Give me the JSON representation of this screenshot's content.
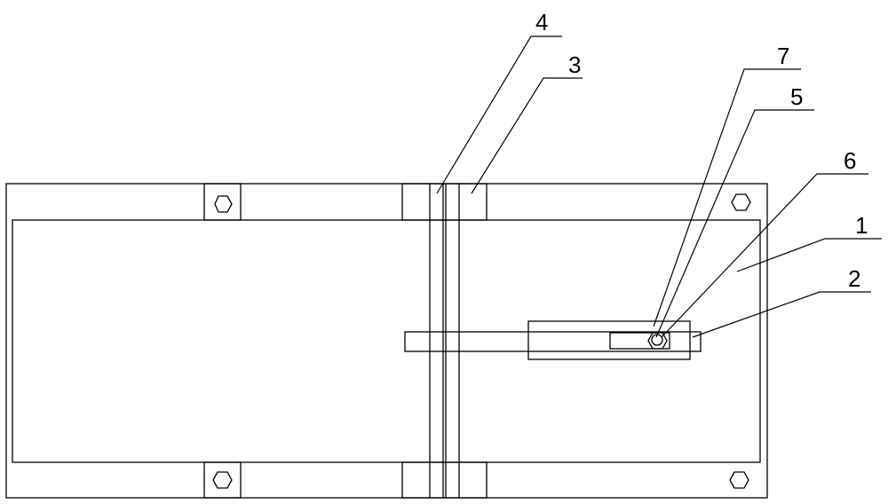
{
  "callouts": [
    {
      "id": "4",
      "label": "4"
    },
    {
      "id": "3",
      "label": "3"
    },
    {
      "id": "7",
      "label": "7"
    },
    {
      "id": "5",
      "label": "5"
    },
    {
      "id": "6",
      "label": "6"
    },
    {
      "id": "1",
      "label": "1"
    },
    {
      "id": "2",
      "label": "2"
    }
  ]
}
